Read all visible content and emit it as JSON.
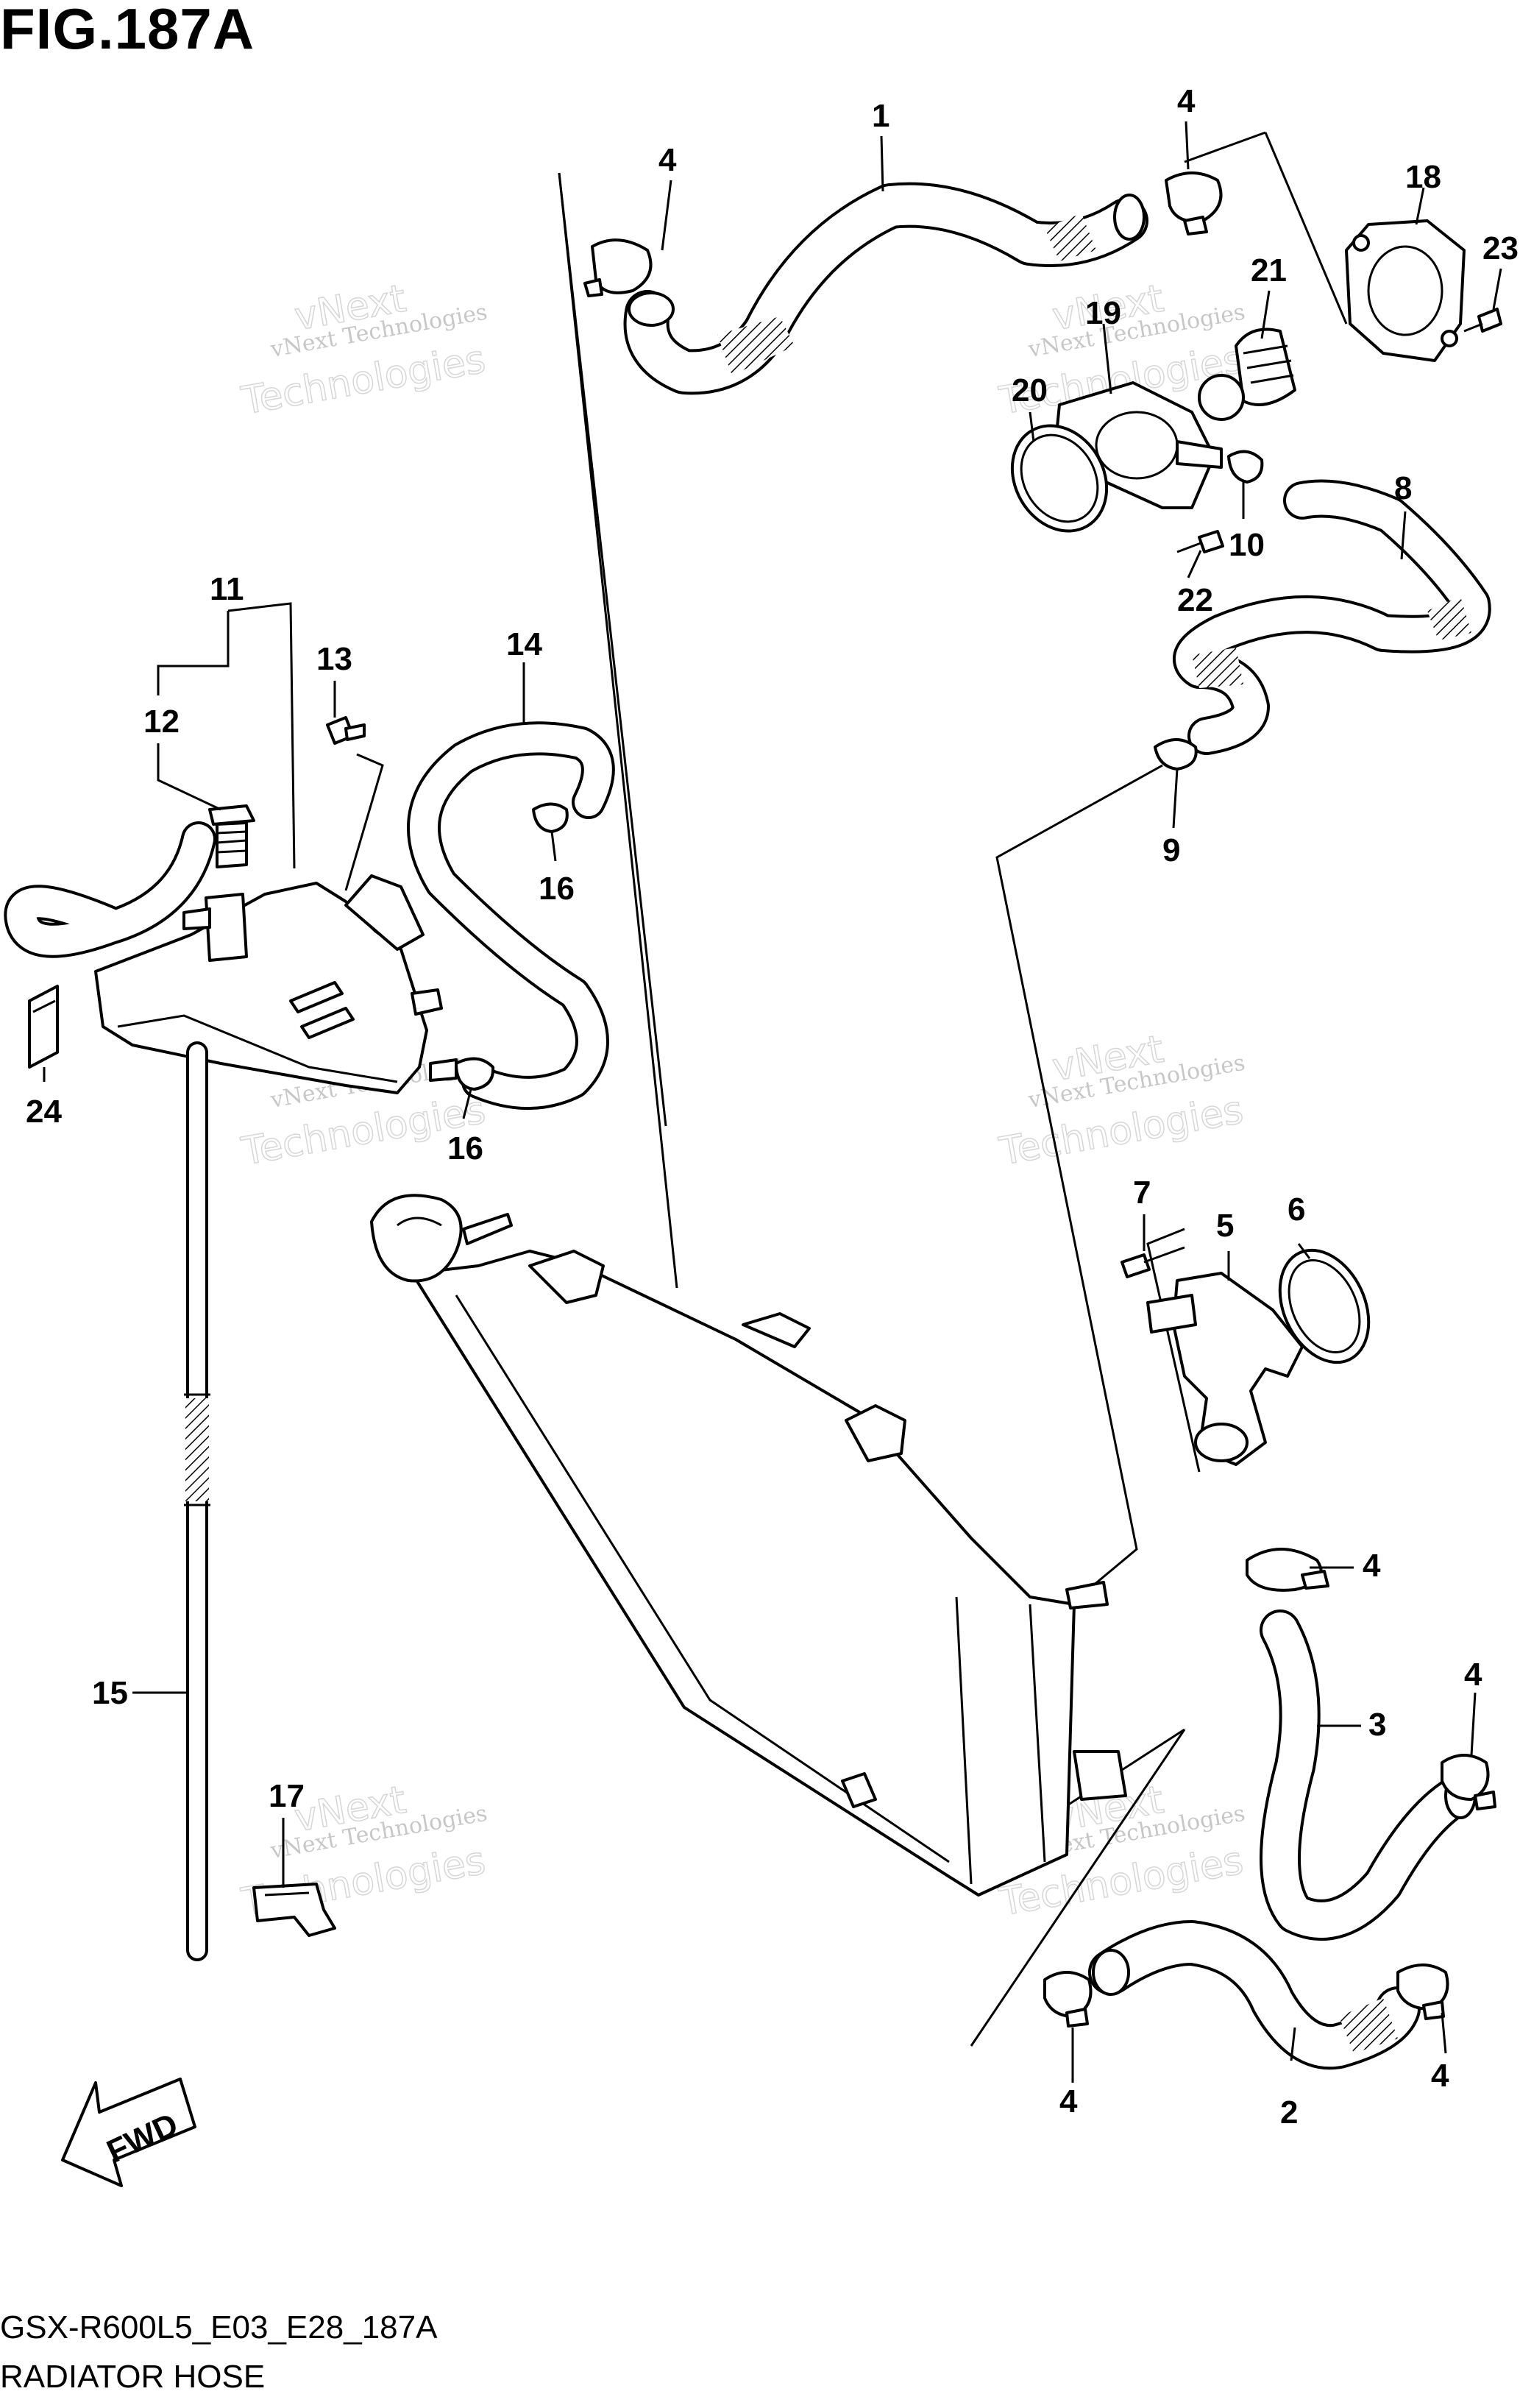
{
  "figure": {
    "title": "FIG.187A",
    "model_code": "GSX-R600L5_E03_E28_187A",
    "name": "RADIATOR HOSE"
  },
  "watermark": {
    "line1": "vNext Technologies",
    "line2": "vNext",
    "line3": "Technologies"
  },
  "fwd_label": "FWD",
  "callouts": {
    "c1": "1",
    "c2": "2",
    "c3": "3",
    "c4a": "4",
    "c4b": "4",
    "c4c": "4",
    "c4d": "4",
    "c4e": "4",
    "c4f": "4",
    "c5": "5",
    "c6": "6",
    "c7": "7",
    "c8": "8",
    "c9": "9",
    "c10": "10",
    "c11": "11",
    "c12": "12",
    "c13": "13",
    "c14": "14",
    "c15": "15",
    "c16a": "16",
    "c16b": "16",
    "c17": "17",
    "c18": "18",
    "c19": "19",
    "c20": "20",
    "c21": "21",
    "c22": "22",
    "c23": "23",
    "c24": "24"
  }
}
